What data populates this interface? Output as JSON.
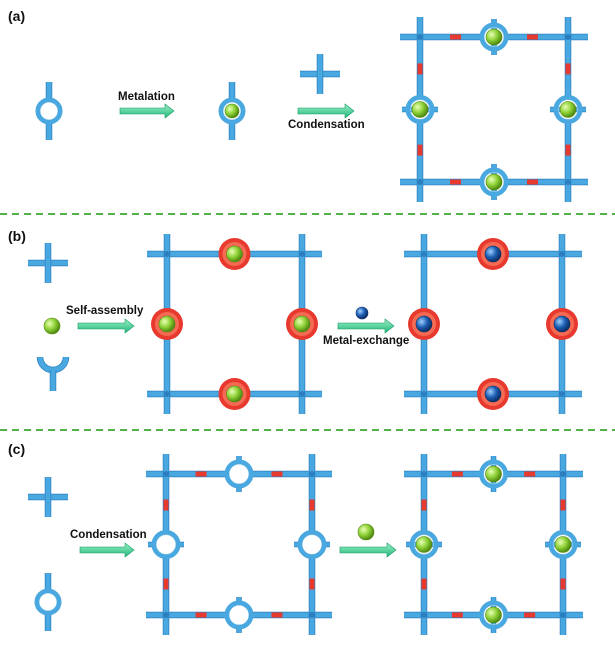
{
  "panels": [
    {
      "label": "(a)",
      "steps": [
        "Metalation",
        "Condensation"
      ]
    },
    {
      "label": "(b)",
      "steps": [
        "Self-assembly",
        "Metal-exchange"
      ]
    },
    {
      "label": "(c)",
      "steps": [
        "Condensation",
        ""
      ]
    }
  ],
  "colors": {
    "bar": "#4aa8e0",
    "bar_dark": "#2b7fc0",
    "linker": "#e8392e",
    "ring_red": "#e8392e",
    "metal_green": "#8ed136",
    "metal_blue": "#1d5fb3",
    "arrow": "#3ad096",
    "divider": "#55b24a"
  }
}
